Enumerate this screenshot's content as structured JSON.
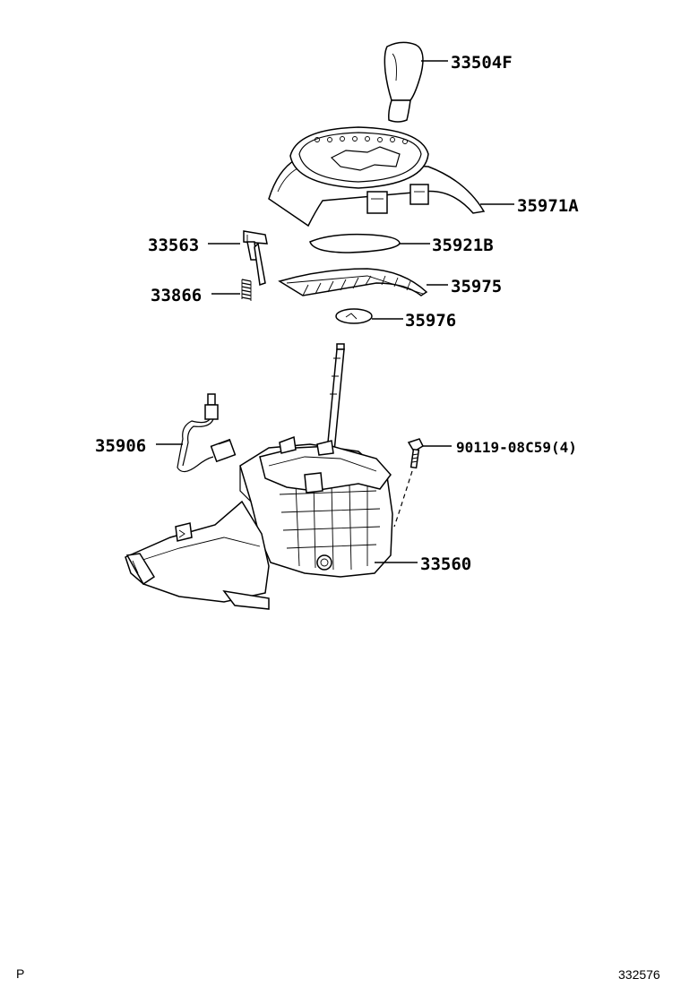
{
  "parts": {
    "knob": "33504F",
    "cover": "35971A",
    "plate": "35921B",
    "indicator": "35975",
    "bulb": "35976",
    "lock_pin": "33563",
    "spring": "33866",
    "wire_harness": "35906",
    "bolt": "90119-08C59(4)",
    "bracket": "33560"
  },
  "footer": {
    "left_code": "P",
    "diagram_number": "332576"
  }
}
